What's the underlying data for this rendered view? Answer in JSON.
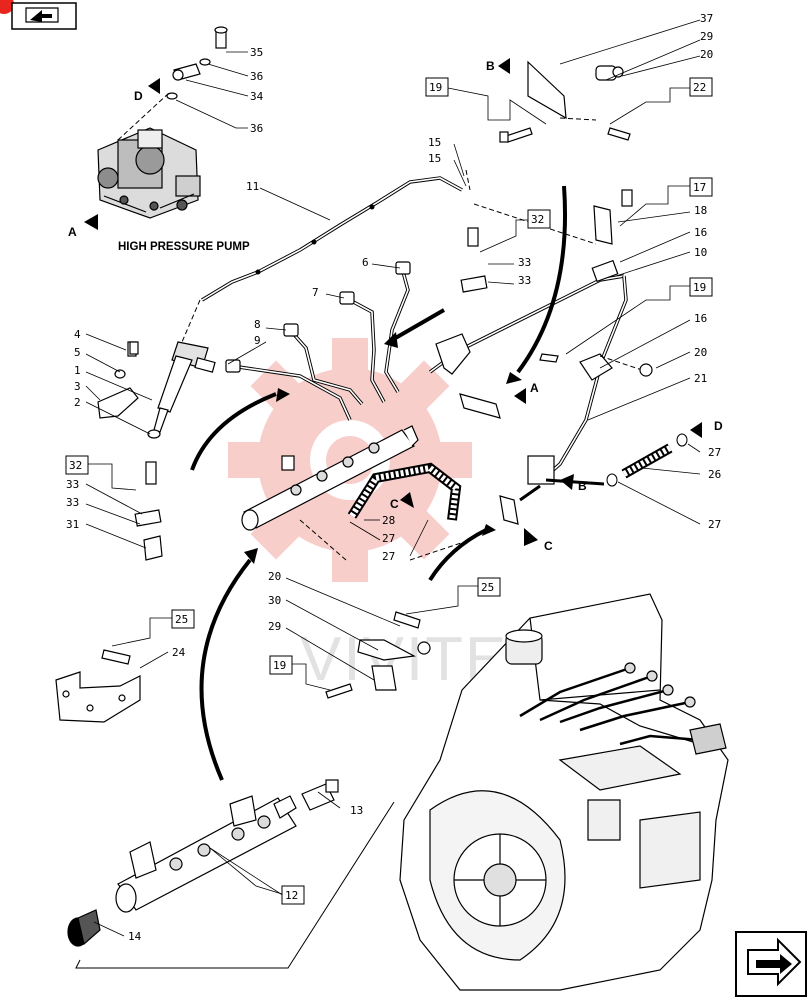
{
  "diagram": {
    "caption": "HIGH PRESSURE PUMP",
    "watermark": "VIVITEX",
    "accent_color": "#e8261e",
    "ref_labels": [
      {
        "id": "p35",
        "text": "35"
      },
      {
        "id": "p36a",
        "text": "36"
      },
      {
        "id": "p34",
        "text": "34"
      },
      {
        "id": "p36b",
        "text": "36"
      },
      {
        "id": "p11",
        "text": "11"
      },
      {
        "id": "p37",
        "text": "37"
      },
      {
        "id": "p29a",
        "text": "29"
      },
      {
        "id": "p20a",
        "text": "20"
      },
      {
        "id": "p15a",
        "text": "15"
      },
      {
        "id": "p15b",
        "text": "15"
      },
      {
        "id": "p33a",
        "text": "33"
      },
      {
        "id": "p33b",
        "text": "33"
      },
      {
        "id": "p18",
        "text": "18"
      },
      {
        "id": "p16a",
        "text": "16"
      },
      {
        "id": "p10",
        "text": "10"
      },
      {
        "id": "p6",
        "text": "6"
      },
      {
        "id": "p7",
        "text": "7"
      },
      {
        "id": "p8",
        "text": "8"
      },
      {
        "id": "p9",
        "text": "9"
      },
      {
        "id": "p4",
        "text": "4"
      },
      {
        "id": "p5",
        "text": "5"
      },
      {
        "id": "p1",
        "text": "1"
      },
      {
        "id": "p3",
        "text": "3"
      },
      {
        "id": "p2",
        "text": "2"
      },
      {
        "id": "p16b",
        "text": "16"
      },
      {
        "id": "p20b",
        "text": "20"
      },
      {
        "id": "p21",
        "text": "21"
      },
      {
        "id": "p27a",
        "text": "27"
      },
      {
        "id": "p26",
        "text": "26"
      },
      {
        "id": "p27b",
        "text": "27"
      },
      {
        "id": "p33c",
        "text": "33"
      },
      {
        "id": "p33d",
        "text": "33"
      },
      {
        "id": "p31",
        "text": "31"
      },
      {
        "id": "p28",
        "text": "28"
      },
      {
        "id": "p27c",
        "text": "27"
      },
      {
        "id": "p27d",
        "text": "27"
      },
      {
        "id": "p20c",
        "text": "20"
      },
      {
        "id": "p30",
        "text": "30"
      },
      {
        "id": "p29b",
        "text": "29"
      },
      {
        "id": "p24",
        "text": "24"
      },
      {
        "id": "p13",
        "text": "13"
      },
      {
        "id": "p14",
        "text": "14"
      }
    ],
    "boxed_labels": [
      {
        "id": "b19a",
        "text": "19"
      },
      {
        "id": "b22",
        "text": "22"
      },
      {
        "id": "b32a",
        "text": "32"
      },
      {
        "id": "b17",
        "text": "17"
      },
      {
        "id": "b19b",
        "text": "19"
      },
      {
        "id": "b32b",
        "text": "32"
      },
      {
        "id": "b25a",
        "text": "25"
      },
      {
        "id": "b25b",
        "text": "25"
      },
      {
        "id": "b19c",
        "text": "19"
      },
      {
        "id": "b12",
        "text": "12"
      }
    ],
    "view_markers": [
      {
        "id": "mA1",
        "text": "A"
      },
      {
        "id": "mD1",
        "text": "D"
      },
      {
        "id": "mB1",
        "text": "B"
      },
      {
        "id": "mA2",
        "text": "A"
      },
      {
        "id": "mD2",
        "text": "D"
      },
      {
        "id": "mB2",
        "text": "B"
      },
      {
        "id": "mC1",
        "text": "C"
      },
      {
        "id": "mC2",
        "text": "C"
      }
    ]
  }
}
